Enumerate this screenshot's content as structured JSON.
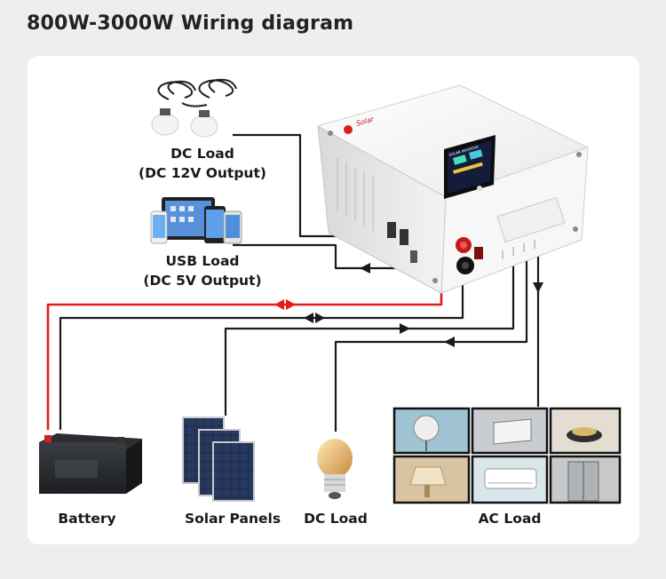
{
  "title": "800W-3000W Wiring diagram",
  "inverter": {
    "brand": "Solar",
    "screen_label": "SOLAR INVERTER"
  },
  "labels": {
    "dc_load_top_line1": "DC Load",
    "dc_load_top_line2": "(DC 12V Output)",
    "usb_load_line1": "USB Load",
    "usb_load_line2": "(DC 5V Output)",
    "battery": "Battery",
    "solar_panels": "Solar Panels",
    "dc_load_bottom": "DC Load",
    "ac_load": "AC Load"
  },
  "colors": {
    "wire": "#1a1a1a",
    "battery_positive_wire": "#e51b1b",
    "inverter_body": "#f6f6f6",
    "background": "#eeeeee",
    "panel": "#ffffff"
  }
}
